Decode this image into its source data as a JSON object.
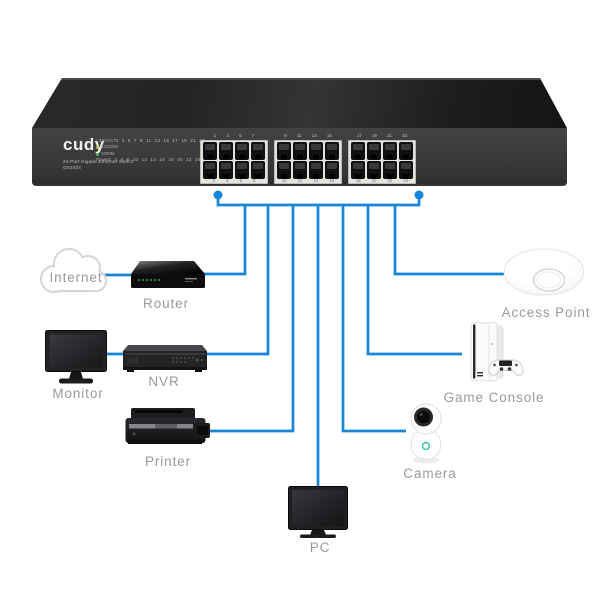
{
  "colors": {
    "connection_line": "#1786d8",
    "device_label": "#9a9a9a",
    "switch_front": "#3a3a3c",
    "led_10_100m": "#aac93c",
    "led_1000m": "#45b54c"
  },
  "switch": {
    "brand": "cudy",
    "product_name": "24-Port Gigabit Ethernet Switch",
    "model": "GS1024",
    "port_count": 24,
    "legend": {
      "link_act": "LINK/ACT",
      "speed_10_100": "10/100M",
      "speed_1000": "1000M",
      "power": "Power"
    },
    "led_numbers_odd": "1 3 5 7 9 11 13 15 17 19 21 23",
    "led_numbers_even": "2 4 6 8 10 12 14 16 18 20 22 24",
    "port_groups": [
      {
        "top_labels": "1 3 5 7",
        "bottom_labels": "2 4 6 8"
      },
      {
        "top_labels": "9 11 13 15",
        "bottom_labels": "10 12 14 16"
      },
      {
        "top_labels": "17 19 21 23",
        "bottom_labels": "18 20 22 24"
      }
    ]
  },
  "devices": [
    {
      "id": "internet",
      "label": "Internet"
    },
    {
      "id": "router",
      "label": "Router"
    },
    {
      "id": "monitor",
      "label": "Monitor"
    },
    {
      "id": "nvr",
      "label": "NVR"
    },
    {
      "id": "printer",
      "label": "Printer"
    },
    {
      "id": "pc",
      "label": "PC"
    },
    {
      "id": "camera",
      "label": "Camera"
    },
    {
      "id": "game-console",
      "label": "Game Console"
    },
    {
      "id": "access-point",
      "label": "Access Point"
    }
  ],
  "connections": [
    {
      "from": "switch",
      "to": "router"
    },
    {
      "from": "switch",
      "to": "nvr"
    },
    {
      "from": "switch",
      "to": "printer"
    },
    {
      "from": "switch",
      "to": "pc"
    },
    {
      "from": "switch",
      "to": "camera"
    },
    {
      "from": "switch",
      "to": "game-console"
    },
    {
      "from": "switch",
      "to": "access-point"
    },
    {
      "from": "internet",
      "to": "router"
    },
    {
      "from": "monitor",
      "to": "nvr"
    }
  ]
}
